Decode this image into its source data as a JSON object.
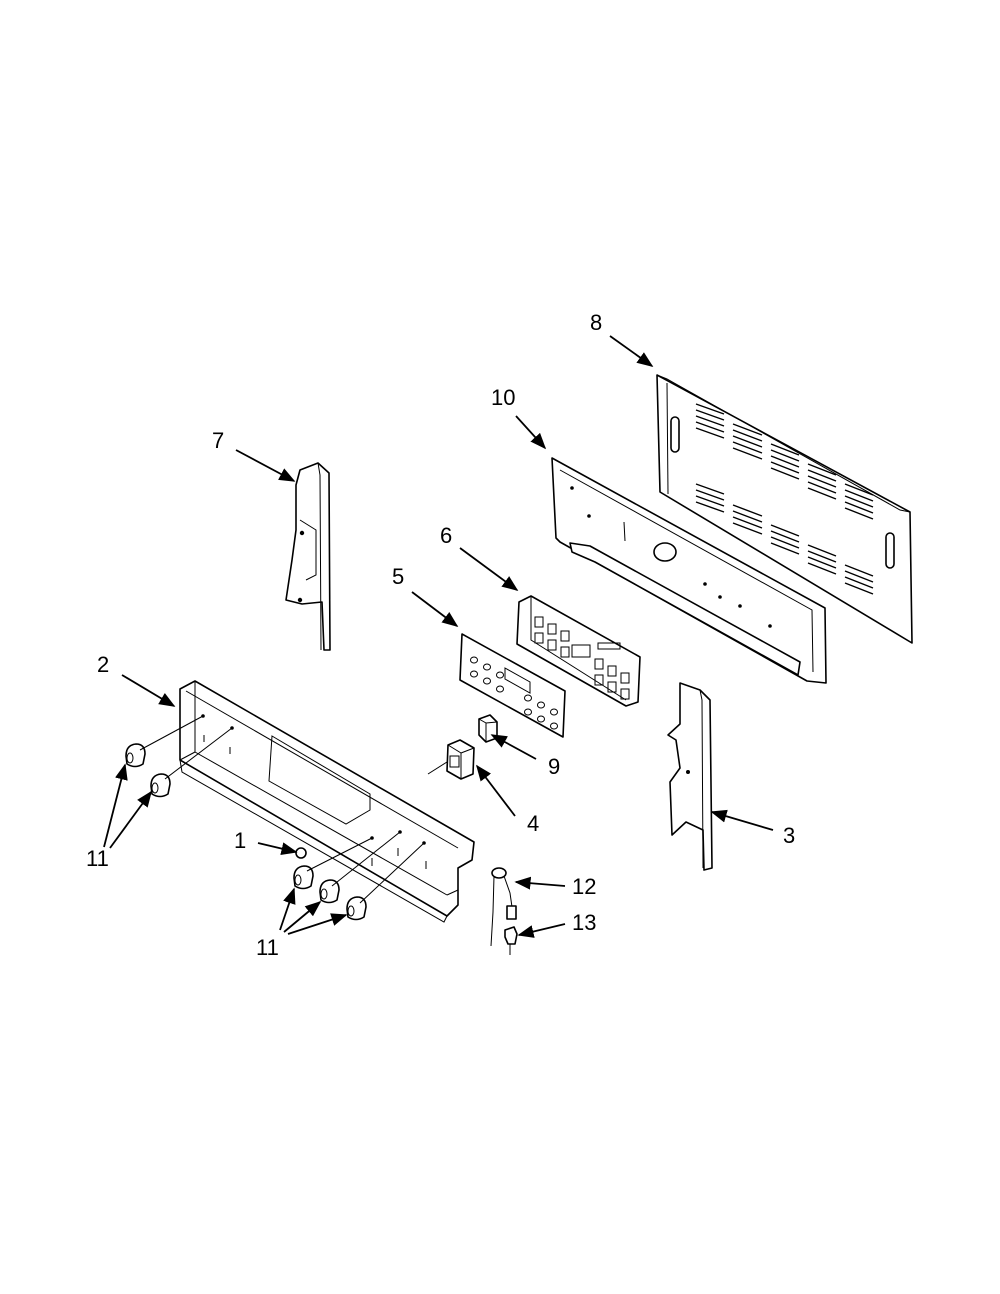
{
  "callouts": [
    {
      "key": "p8",
      "label": "8"
    },
    {
      "key": "p10",
      "label": "10"
    },
    {
      "key": "p7",
      "label": "7"
    },
    {
      "key": "p6",
      "label": "6"
    },
    {
      "key": "p5",
      "label": "5"
    },
    {
      "key": "p2",
      "label": "2"
    },
    {
      "key": "p9",
      "label": "9"
    },
    {
      "key": "p4",
      "label": "4"
    },
    {
      "key": "p3",
      "label": "3"
    },
    {
      "key": "p1",
      "label": "1"
    },
    {
      "key": "p11a",
      "label": "11"
    },
    {
      "key": "p12",
      "label": "12"
    },
    {
      "key": "p13",
      "label": "13"
    },
    {
      "key": "p11b",
      "label": "11"
    }
  ]
}
